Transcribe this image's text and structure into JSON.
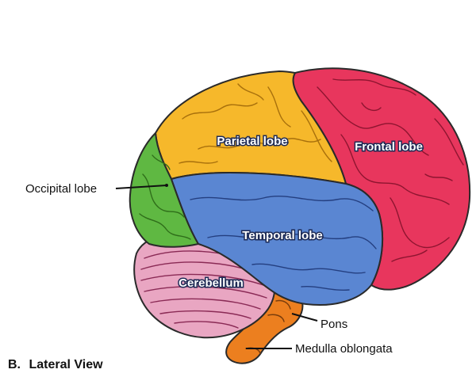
{
  "labels": {
    "parietal": "Parietal lobe",
    "frontal": "Frontal lobe",
    "occipital": "Occipital lobe",
    "temporal": "Temporal lobe",
    "cerebellum": "Cerebellum",
    "pons": "Pons",
    "medulla": "Medulla oblongata",
    "view_letter": "B.",
    "view_title": "Lateral View"
  },
  "colors": {
    "frontal": "#e8365d",
    "parietal": "#f6b82b",
    "temporal": "#5a86d2",
    "occipital": "#5fb842",
    "cerebellum": "#e9a6c2",
    "brainstem": "#ec7f1f",
    "outline": "#2a2a2a"
  }
}
